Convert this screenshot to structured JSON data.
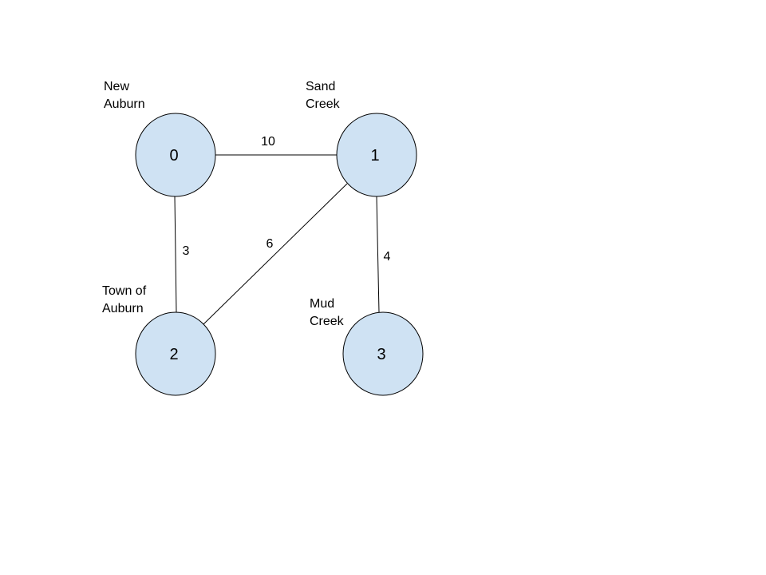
{
  "colors": {
    "node_fill": "#cfe2f3",
    "node_stroke": "#000000",
    "edge_stroke": "#000000"
  },
  "nodes": [
    {
      "id": "0",
      "label": "0",
      "name_lines": [
        "New",
        "Auburn"
      ]
    },
    {
      "id": "1",
      "label": "1",
      "name_lines": [
        "Sand",
        "Creek"
      ]
    },
    {
      "id": "2",
      "label": "2",
      "name_lines": [
        "Town of",
        "Auburn"
      ]
    },
    {
      "id": "3",
      "label": "3",
      "name_lines": [
        "Mud",
        "Creek"
      ]
    }
  ],
  "edges": [
    {
      "from": "0",
      "to": "1",
      "weight": "10"
    },
    {
      "from": "0",
      "to": "2",
      "weight": "3"
    },
    {
      "from": "1",
      "to": "2",
      "weight": "6"
    },
    {
      "from": "1",
      "to": "3",
      "weight": "4"
    }
  ]
}
